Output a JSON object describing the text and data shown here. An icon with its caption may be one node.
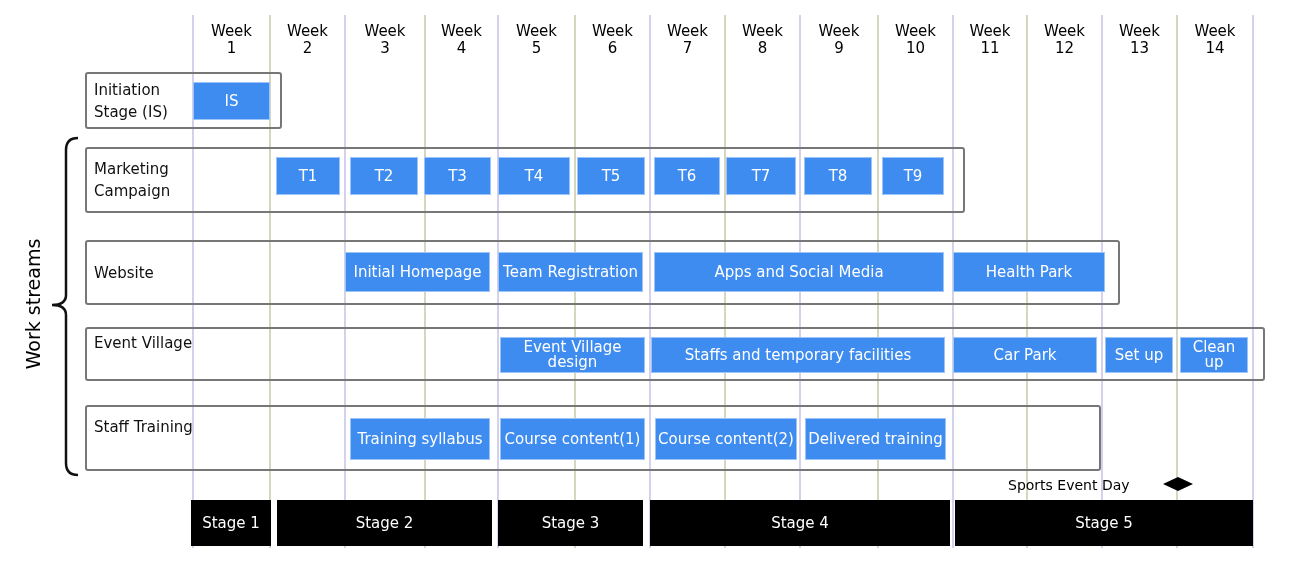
{
  "diagram": {
    "nodes": [
      {
        "text": [
          "Initiation Stage (IS)"
        ]
      },
      {
        "text": [
          "IS"
        ],
        "in": 0
      },
      {
        "text": [
          "Marketing Campaign"
        ]
      },
      {
        "text": [
          "T1"
        ],
        "in": 2
      },
      {
        "text": [
          "T2"
        ],
        "in": 2
      },
      {
        "text": [
          "T3"
        ],
        "in": 2
      },
      {
        "text": [
          "T4"
        ],
        "in": 2
      },
      {
        "text": [
          "T5"
        ],
        "in": 2
      },
      {
        "text": [
          "T6"
        ],
        "in": 2
      },
      {
        "text": [
          "T7"
        ],
        "in": 2
      },
      {
        "text": [
          "T8"
        ],
        "in": 2
      },
      {
        "text": [
          "T9"
        ],
        "in": 2
      },
      {
        "text": [
          "Website"
        ]
      },
      {
        "text": [
          "Initial Homepage"
        ],
        "in": 12
      },
      {
        "text": [
          "Team Registration"
        ],
        "in": 12
      },
      {
        "text": [
          "Apps and Social Media"
        ],
        "in": 12
      },
      {
        "text": [
          "Health Park"
        ],
        "in": 12
      },
      {
        "text": [
          "Event Village"
        ]
      },
      {
        "text": [
          "Event Village design"
        ],
        "in": 17
      },
      {
        "text": [
          "Staffs and temporary facilities"
        ],
        "in": 17
      },
      {
        "text": [
          "Car Park"
        ],
        "in": 17
      },
      {
        "text": [
          "Set up"
        ],
        "in": 17
      },
      {
        "text": [
          "Clean up"
        ],
        "in": 17
      },
      {
        "text": [
          "Staff Training"
        ]
      },
      {
        "text": [
          "Training syllabus"
        ],
        "in": 23
      },
      {
        "text": [
          "Course content(1)"
        ],
        "in": 23
      },
      {
        "text": [
          "Course content(2)"
        ],
        "in": 23
      },
      {
        "text": [
          "Delivered training"
        ],
        "in": 23
      },
      {
        "text": [
          "Stage 1"
        ]
      },
      {
        "text": [
          "Stage 2"
        ]
      },
      {
        "text": [
          "Stage 3"
        ]
      },
      {
        "text": [
          "Stage 4"
        ]
      },
      {
        "text": [
          "Stage 5"
        ]
      }
    ],
    "labels": [
      "Week 1",
      "Week 2",
      "Week 3",
      "Week 4",
      "Week 5",
      "Week 6",
      "Week 7",
      "Week 8",
      "Week 9",
      "Week 10",
      "Week 11",
      "Week 12",
      "Week 13",
      "Week 14",
      "Work streams",
      "Sports Event Day"
    ]
  }
}
